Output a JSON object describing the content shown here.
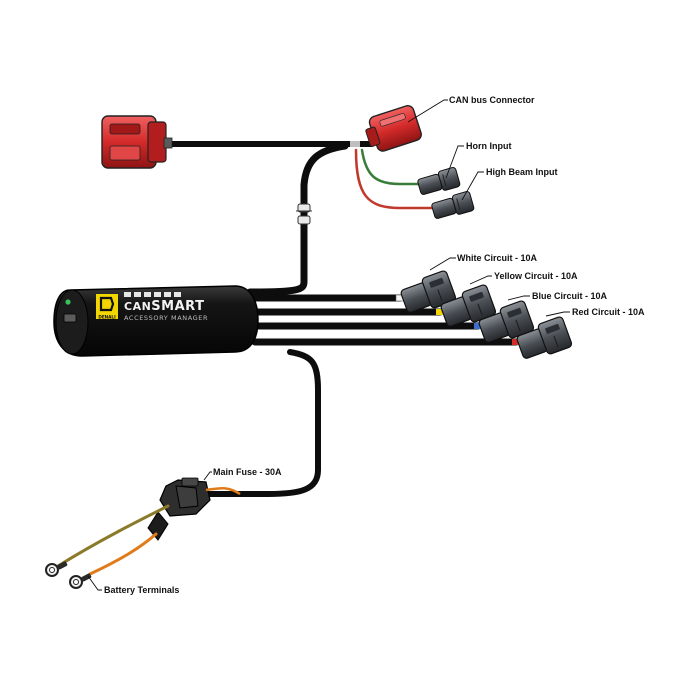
{
  "labels": {
    "can_bus": "CAN bus Connector",
    "horn": "Horn Input",
    "high_beam": "High Beam Input",
    "white": "White Circuit - 10A",
    "yellow": "Yellow Circuit - 10A",
    "blue": "Blue Circuit - 10A",
    "red": "Red Circuit - 10A",
    "fuse": "Main Fuse - 30A",
    "battery": "Battery Terminals"
  },
  "device": {
    "brand_can": "CAN",
    "brand_smart": "SMART",
    "subtitle": "ACCESSORY MANAGER",
    "logo_text": "DENALI"
  },
  "colors": {
    "cable": "#0d0d0d",
    "connector_red": "#d42a2a",
    "connector_gray": "#4a4f55",
    "wire_green": "#3a7d3a",
    "wire_red": "#c0392b",
    "wire_orange": "#e07b1a",
    "wire_olive": "#8a7a2a",
    "logo_yellow": "#f2d600",
    "led_green": "#3bbf5a"
  },
  "icons": [
    "denali-logo-icon",
    "led-indicator-icon"
  ]
}
